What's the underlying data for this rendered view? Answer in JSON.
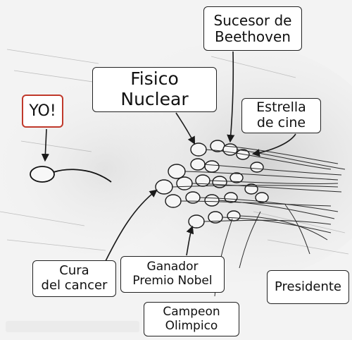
{
  "labels": {
    "yo": "YO!",
    "fisico_line1": "Fisico",
    "fisico_line2": "Nuclear",
    "sucesor_line1": "Sucesor de",
    "sucesor_line2": "Beethoven",
    "estrella_line1": "Estrella",
    "estrella_line2": "de cine",
    "cura_line1": "Cura",
    "cura_line2": "del cancer",
    "ganador_line1": "Ganador",
    "ganador_line2": "Premio Nobel",
    "campeon_line1": "Campeon",
    "campeon_line2": "Olimpico",
    "presidente": "Presidente"
  },
  "colors": {
    "background": "#f3f3f3",
    "ink": "#1a1a1a",
    "yo_border": "#c0392b"
  }
}
